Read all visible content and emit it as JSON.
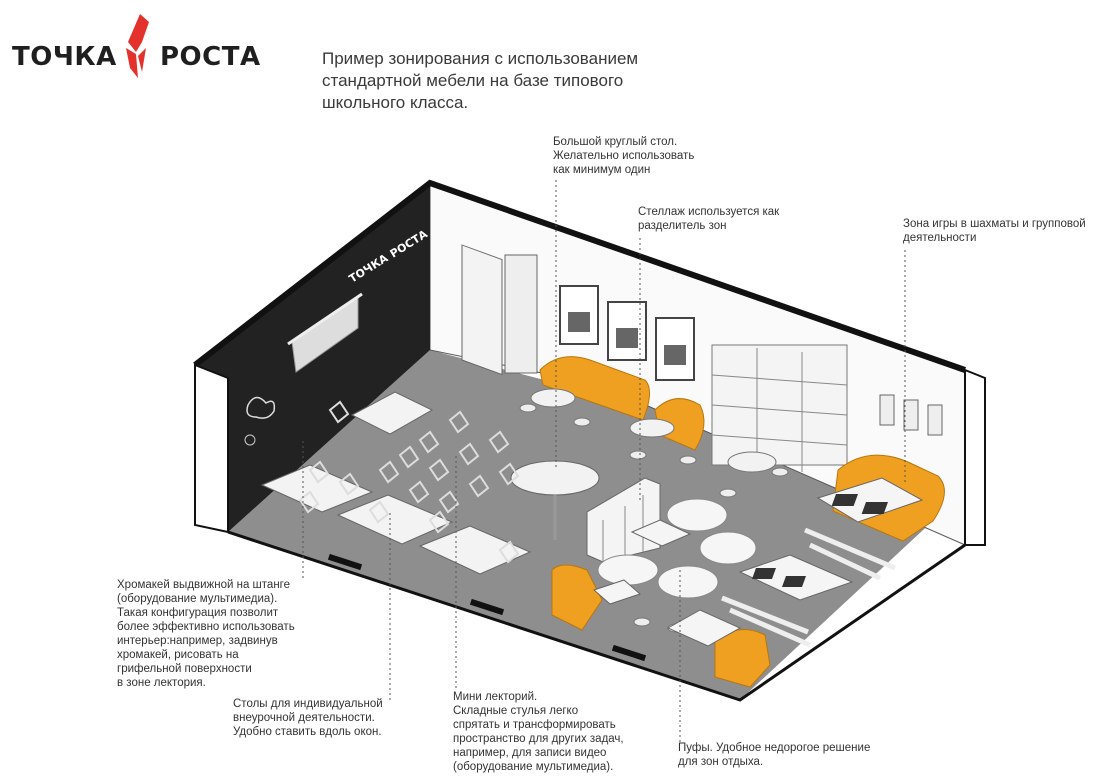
{
  "logo": {
    "word1": "ТОЧКА",
    "word2": "РОСТА",
    "wall_word1": "ТОЧКА",
    "wall_word2": "РОСТА"
  },
  "header": {
    "lines": [
      "Пример зонирования с использованием",
      "стандартной мебели на базе типового",
      "школьного класса."
    ]
  },
  "callouts": {
    "round_table": [
      "Большой круглый стол.",
      "Желательно использовать",
      "как минимум один"
    ],
    "shelf": [
      "Стеллаж используется как",
      "разделитель зон"
    ],
    "chess": [
      "Зона игры в шахматы и групповой",
      "деятельности"
    ],
    "chromakey": [
      "Хромакей выдвижной на штанге",
      "(оборудование мультимедиа).",
      "Такая  конфигурация позволит",
      "более эффективно использовать",
      "интерьер:например, задвинув",
      "хромакей, рисовать на",
      "грифельной поверхности",
      "в зоне лектория."
    ],
    "desks": [
      "Столы для индивидуальной",
      "внеурочной деятельности.",
      "Удобно ставить вдоль окон."
    ],
    "lecture": [
      "Мини лекторий.",
      "Складные стулья легко",
      "спрятать и трансформировать",
      "пространство для других задач,",
      "например, для записи видео",
      "(оборудование мультимедиа)."
    ],
    "poufs": [
      "Пуфы. Удобное недорогое решение",
      "для зон отдыха."
    ]
  },
  "colors": {
    "brand_red": "#e4312b",
    "orange": "#f0a020",
    "floor": "#8c8c8c",
    "chalkboard": "#222222"
  }
}
